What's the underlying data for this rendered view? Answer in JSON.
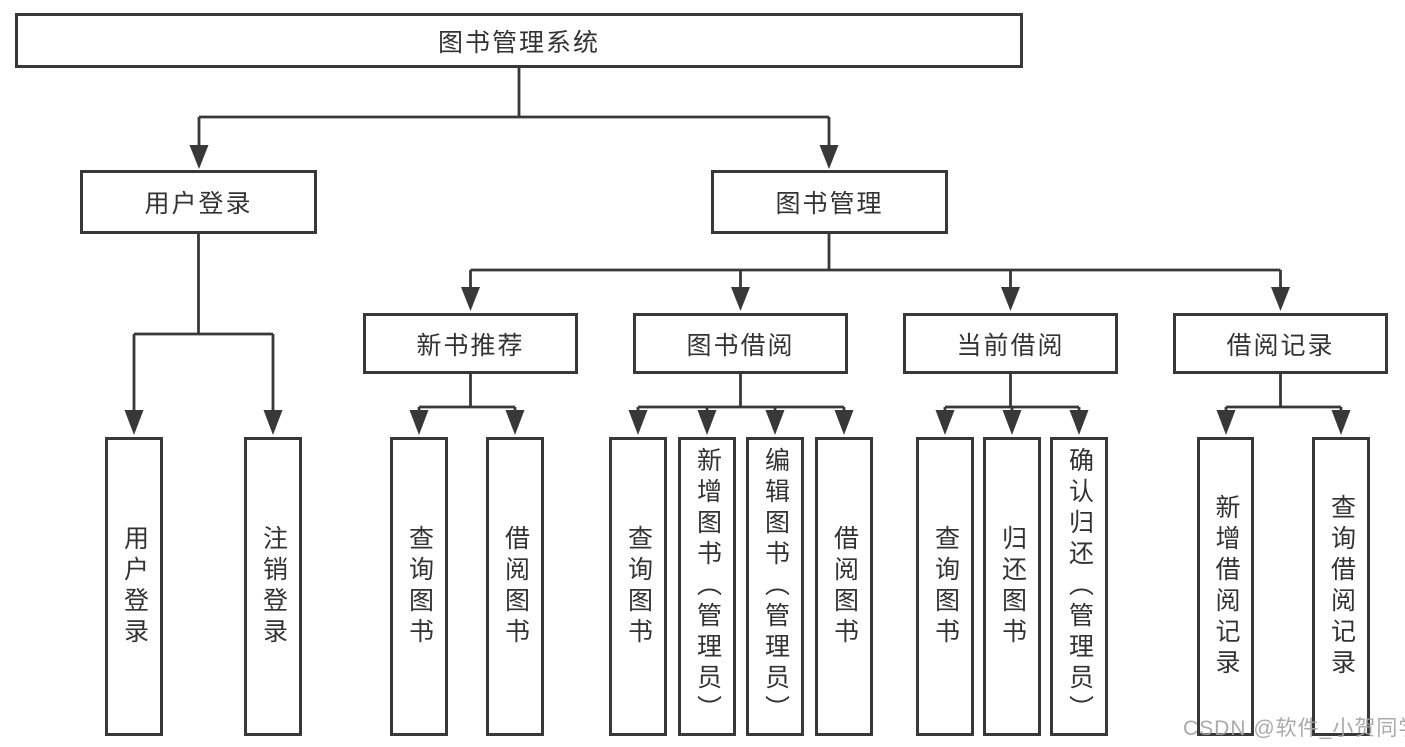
{
  "diagram": {
    "root": {
      "label": "图书管理系统"
    },
    "branches": [
      {
        "label": "用户登录",
        "children": [
          {
            "label": "用户登录"
          },
          {
            "label": "注销登录"
          }
        ]
      },
      {
        "label": "图书管理",
        "sections": [
          {
            "label": "新书推荐",
            "children": [
              {
                "label": "查询图书"
              },
              {
                "label": "借阅图书"
              }
            ]
          },
          {
            "label": "图书借阅",
            "children": [
              {
                "label": "查询图书"
              },
              {
                "label": "新增图书（管理员）"
              },
              {
                "label": "编辑图书（管理员）"
              },
              {
                "label": "借阅图书"
              }
            ]
          },
          {
            "label": "当前借阅",
            "children": [
              {
                "label": "查询图书"
              },
              {
                "label": "归还图书"
              },
              {
                "label": "确认归还（管理员）"
              }
            ]
          },
          {
            "label": "借阅记录",
            "children": [
              {
                "label": "新增借阅记录"
              },
              {
                "label": "查询借阅记录"
              }
            ]
          }
        ]
      }
    ]
  },
  "watermark": "CSDN @软件_小贺同学",
  "colors": {
    "line": "#383838",
    "text": "#333333",
    "watermark": "#a3a3a3",
    "background": "#ffffff"
  }
}
